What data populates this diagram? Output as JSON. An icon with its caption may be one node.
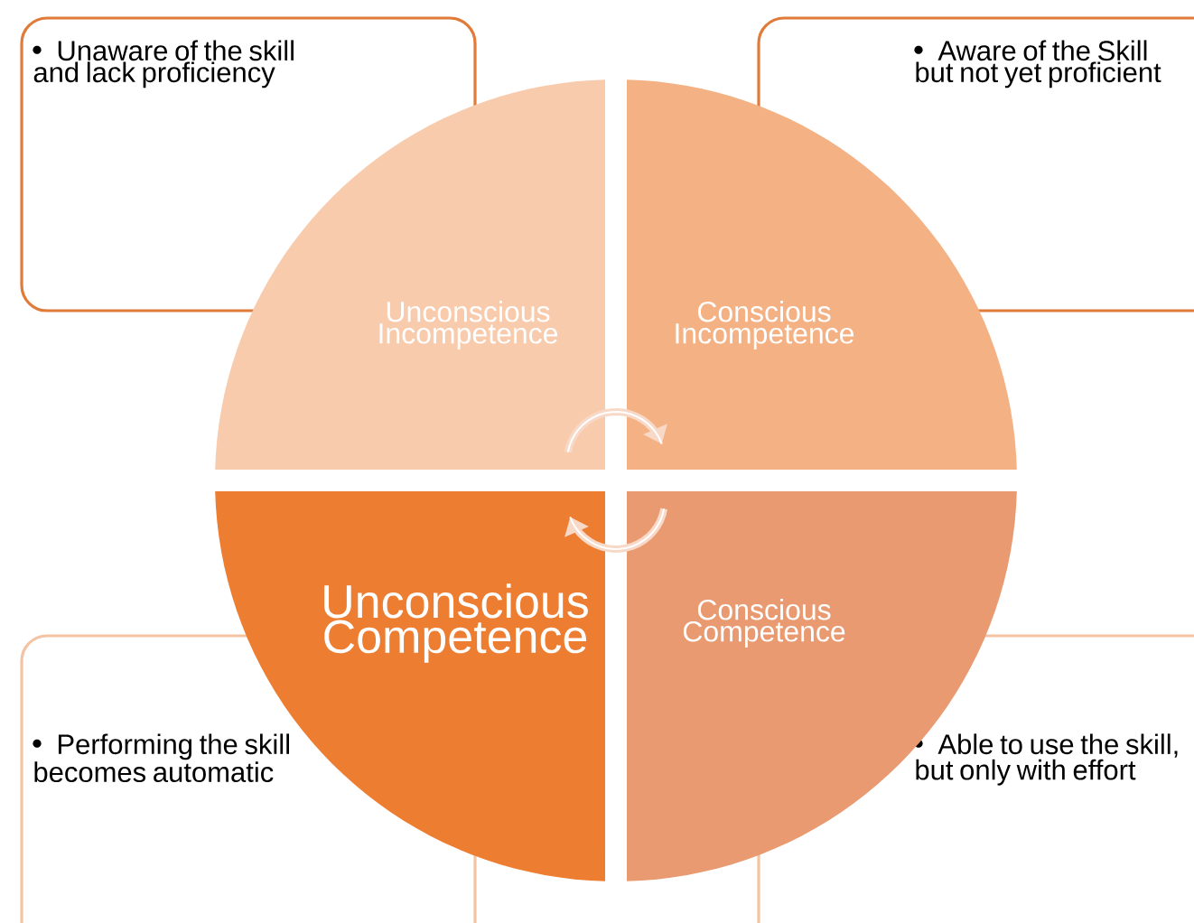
{
  "diagram": {
    "nodes": [
      {
        "text": [
          "Unaware of the skill and lack proficiency"
        ]
      },
      {
        "text": [
          "Aware of the Skill but not yet proficient"
        ]
      },
      {
        "text": [
          "Unconscious Incompetence"
        ]
      },
      {
        "text": [
          "Conscious Incompetence"
        ]
      },
      {
        "text": [
          "Unconscious Competence"
        ]
      },
      {
        "text": [
          "Conscious Competence"
        ]
      },
      {
        "text": [
          "Performing the skill becomes automatic"
        ]
      },
      {
        "text": [
          "Able to use the skill, but only with effort"
        ]
      }
    ],
    "edges": [
      {
        "from": 2,
        "to": 3,
        "arrow": "to"
      },
      {
        "from": 5,
        "to": 4,
        "arrow": "to"
      }
    ]
  }
}
